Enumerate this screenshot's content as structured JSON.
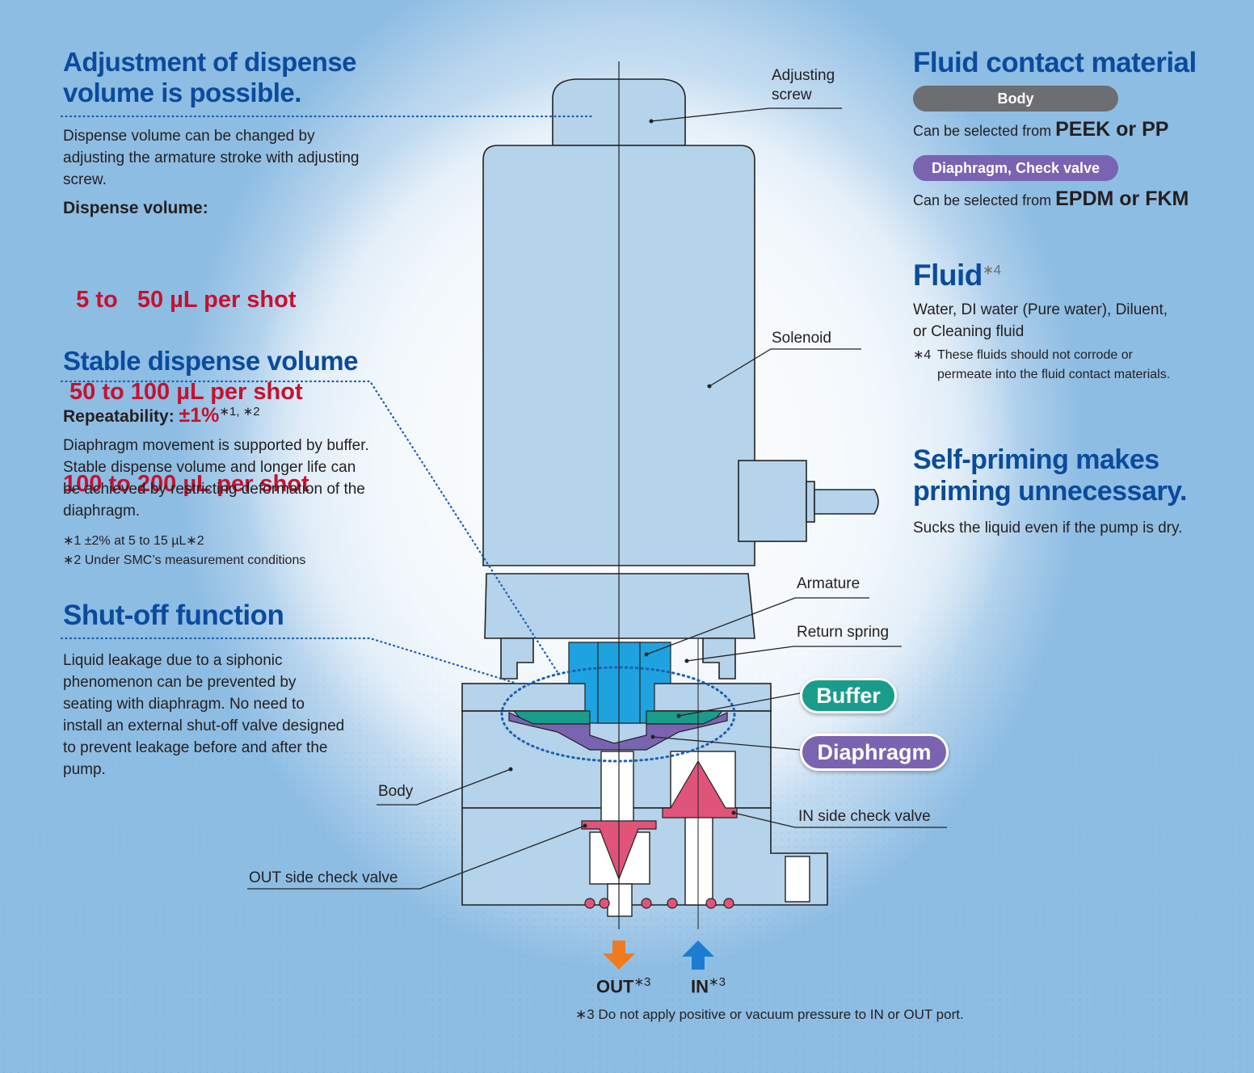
{
  "left": {
    "adjust_title_1": "Adjustment of dispense",
    "adjust_title_2": "volume is possible.",
    "adjust_desc": "Dispense volume can be changed by adjusting the armature stroke with adjusting screw.",
    "dispense_label": "Dispense volume:",
    "volumes": [
      "  5 to   50 µL per shot",
      " 50 to 100 µL per shot",
      "100 to 200 µL per shot"
    ],
    "stable_title": "Stable dispense volume",
    "repeat_label": "Repeatability: ",
    "repeat_value": "±1%",
    "repeat_note": "∗1, ∗2",
    "stable_desc": "Diaphragm movement is supported by buffer. Stable dispense volume and longer life can be achieved by restricting deformation of the diaphragm.",
    "note1": "∗1  ±2% at 5 to 15 µL∗2",
    "note2": "∗2  Under SMC’s measurement conditions",
    "shutoff_title": "Shut-off function",
    "shutoff_desc": "Liquid leakage due to a siphonic phenomenon can be prevented by seating with diaphragm. No need to install an external shut-off valve designed to prevent leakage before and after the pump."
  },
  "right": {
    "material_title": "Fluid contact material",
    "body_pill": "Body",
    "body_prefix": "Can be selected from ",
    "body_value": "PEEK or PP",
    "diaphragm_pill": "Diaphragm, Check valve",
    "diaphragm_prefix": "Can be selected from ",
    "diaphragm_value": "EPDM or FKM",
    "fluid_title": "Fluid",
    "fluid_note": "∗4",
    "fluid_desc": "Water, DI water (Pure water), Diluent, or Cleaning fluid",
    "fluid_footnote_mark": "∗4",
    "fluid_footnote": "These fluids should not corrode or permeate into the fluid contact materials.",
    "prime_title_1": "Self-priming makes",
    "prime_title_2": "priming unnecessary.",
    "prime_desc": "Sucks the liquid even if the pump is dry."
  },
  "diagram": {
    "adjusting_screw_1": "Adjusting",
    "adjusting_screw_2": "screw",
    "solenoid": "Solenoid",
    "armature": "Armature",
    "return_spring": "Return spring",
    "buffer": "Buffer",
    "diaphragm": "Diaphragm",
    "body": "Body",
    "in_check": "IN side check valve",
    "out_check": "OUT side check valve",
    "out_port": "OUT",
    "in_port": "IN",
    "port_note": "∗3",
    "footnote3": "∗3  Do not apply positive or vacuum pressure to IN or OUT port."
  },
  "colors": {
    "heading_blue": "#0a4b9d",
    "volume_red": "#c8102e",
    "buffer_green": "#1a9c8c",
    "diaphragm_purple": "#7a63b0",
    "pill_gray": "#6d6e71",
    "out_arrow": "#f07b1f",
    "in_arrow": "#1c7dd0",
    "check_valve_pink": "#e0547a"
  }
}
